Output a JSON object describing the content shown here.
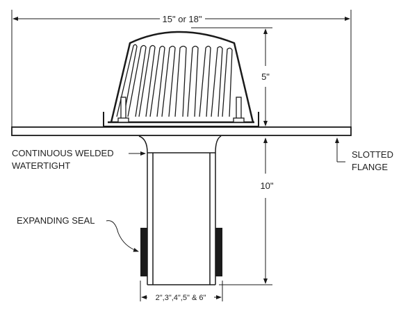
{
  "dimensions": {
    "flange_width": "15\" or 18\"",
    "dome_height": "5\"",
    "pipe_length": "10\"",
    "pipe_sizes": "2\",3\",4\",5\" & 6\""
  },
  "labels": {
    "weld_line1": "CONTINUOUS WELDED",
    "weld_line2": "WATERTIGHT",
    "flange_line1": "SLOTTED",
    "flange_line2": "FLANGE",
    "seal": "EXPANDING SEAL"
  },
  "colors": {
    "line": "#1a1a1a",
    "background": "#ffffff"
  }
}
